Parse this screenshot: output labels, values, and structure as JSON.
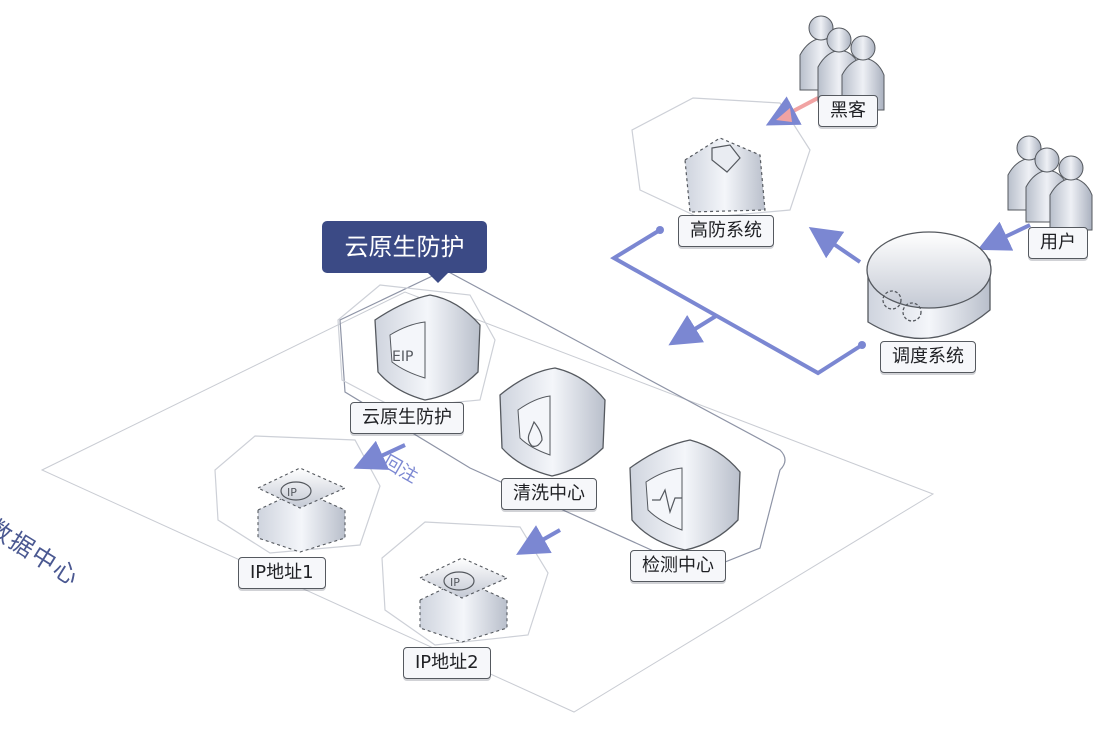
{
  "colors": {
    "accent_blue": "#7b87d2",
    "attack_red": "#f1a3a3",
    "title_bg": "#3b4a85",
    "datacenter_text": "#4a5891"
  },
  "labels": {
    "title": "云原生防护",
    "datacenter": "数据中心",
    "return_flow": "回注",
    "cloud_native": "云原生防护",
    "cleaning": "清洗中心",
    "detection": "检测中心",
    "ip1": "IP地址1",
    "ip2": "IP地址2",
    "high_defense": "高防系统",
    "scheduler": "调度系统",
    "hacker": "黑客",
    "user": "用户"
  },
  "icons": {
    "cloud_native_shield": "EIP",
    "ip_badge": "IP"
  }
}
